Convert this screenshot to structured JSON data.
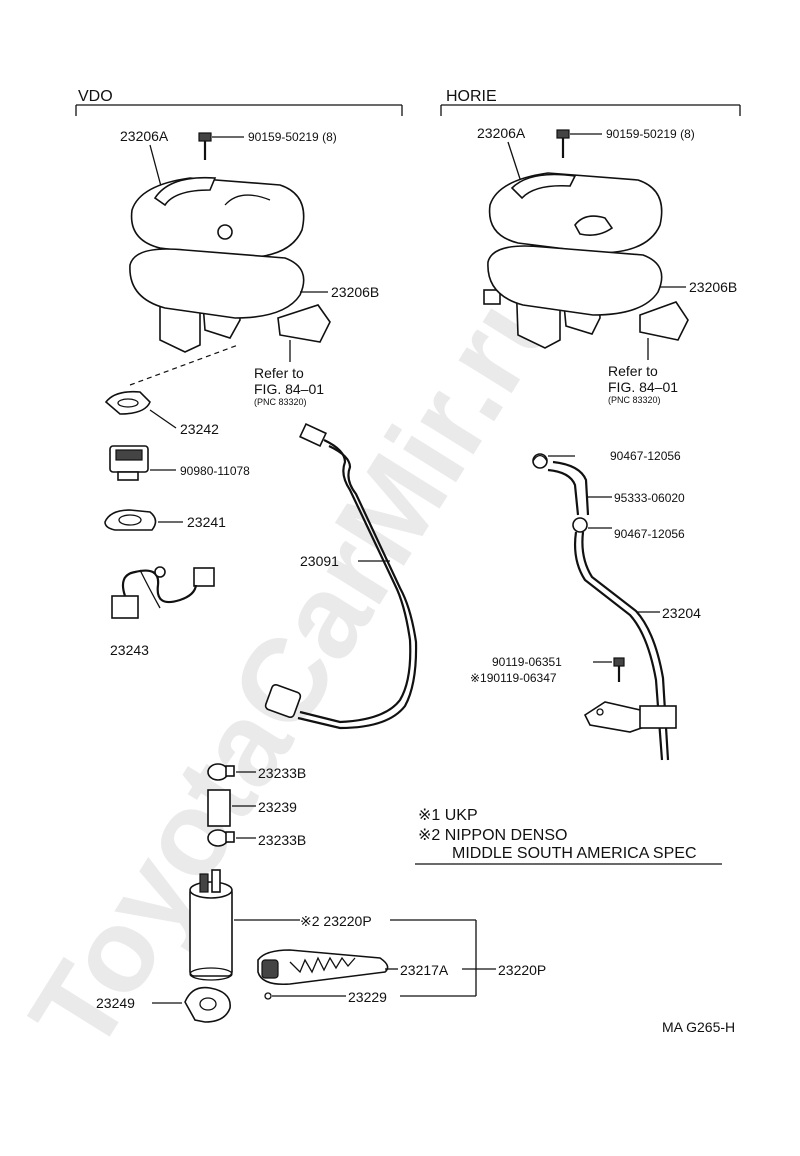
{
  "watermark": "ToyotaCarMir.ru",
  "sections": {
    "left": "VDO",
    "right": "HORIE"
  },
  "left": {
    "bolt_code": "90159-50219 (8)",
    "gasket_top": "23206A",
    "gasket_mid": "23206B",
    "refer1": "Refer to",
    "refer2": "FIG. 84–01",
    "refer3": "(PNC 83320)",
    "p23242": "23242",
    "p90980": "90980-11078",
    "p23241": "23241",
    "p23243": "23243",
    "p23091": "23091"
  },
  "right": {
    "bolt_code": "90159-50219 (8)",
    "gasket_top": "23206A",
    "gasket_mid": "23206B",
    "refer1": "Refer to",
    "refer2": "FIG. 84–01",
    "refer3": "(PNC 83320)",
    "clamp1": "90467-12056",
    "hose": "95333-06020",
    "clamp2": "90467-12056",
    "pipe": "23204",
    "screw1": "90119-06351",
    "screw2": "※190119-06347"
  },
  "lower": {
    "cap1": "23233B",
    "tube": "23239",
    "cap2": "23233B",
    "pump": "※2 23220P",
    "filter": "23217A",
    "pump_assy": "23220P",
    "clip": "23229",
    "bracket": "23249"
  },
  "notes": {
    "n1": "※1 UKP",
    "n2": "※2 NIPPON DENSO",
    "n3": "MIDDLE SOUTH AMERICA SPEC"
  },
  "figure_code": "MA G265-H"
}
